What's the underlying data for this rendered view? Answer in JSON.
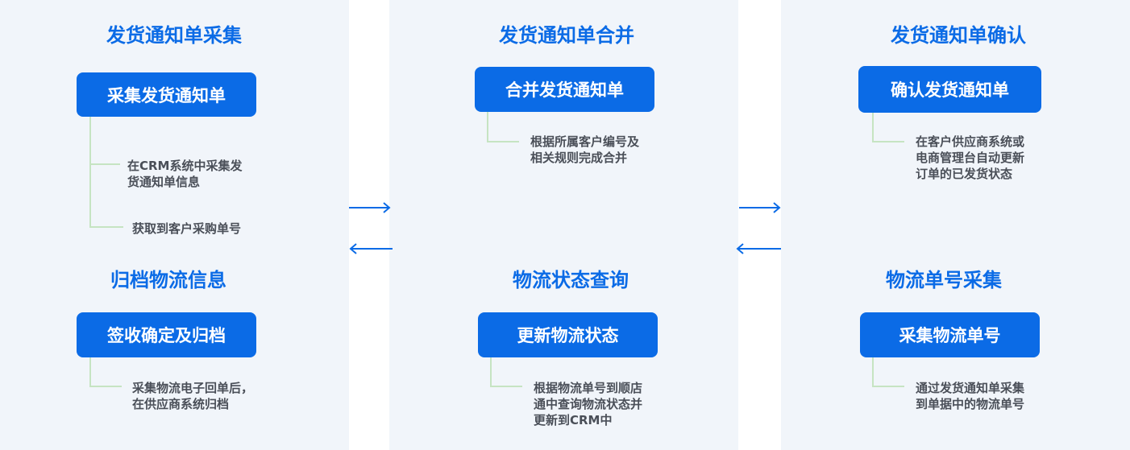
{
  "colors": {
    "accent": "#0b6be6",
    "panel": "#f1f5fa",
    "connector": "#c6e4c2",
    "text": "#4a4f58"
  },
  "stages": {
    "s1": {
      "title": "发货通知单采集",
      "button": "采集发货通知单",
      "notes": [
        "在CRM系统中采集发",
        "货通知单信息",
        "获取到客户采购单号"
      ]
    },
    "s2": {
      "title": "发货通知单合并",
      "button": "合并发货通知单",
      "notes": [
        "根据所属客户编号及",
        "相关规则完成合并"
      ]
    },
    "s3": {
      "title": "发货通知单确认",
      "button": "确认发货通知单",
      "notes": [
        "在客户供应商系统或",
        "电商管理台自动更新",
        "订单的已发货状态"
      ]
    },
    "s4": {
      "title": "物流单号采集",
      "button": "采集物流单号",
      "notes": [
        "通过发货通知单采集",
        "到单据中的物流单号"
      ]
    },
    "s5": {
      "title": "物流状态查询",
      "button": "更新物流状态",
      "notes": [
        "根据物流单号到顺店",
        "通中查询物流状态并",
        "更新到CRM中"
      ]
    },
    "s6": {
      "title": "归档物流信息",
      "button": "签收确定及归档",
      "notes": [
        "采集物流电子回单后，",
        "在供应商系统归档"
      ]
    }
  },
  "icons": {
    "forward": "arrow-right-icon",
    "backward": "arrow-left-icon"
  }
}
